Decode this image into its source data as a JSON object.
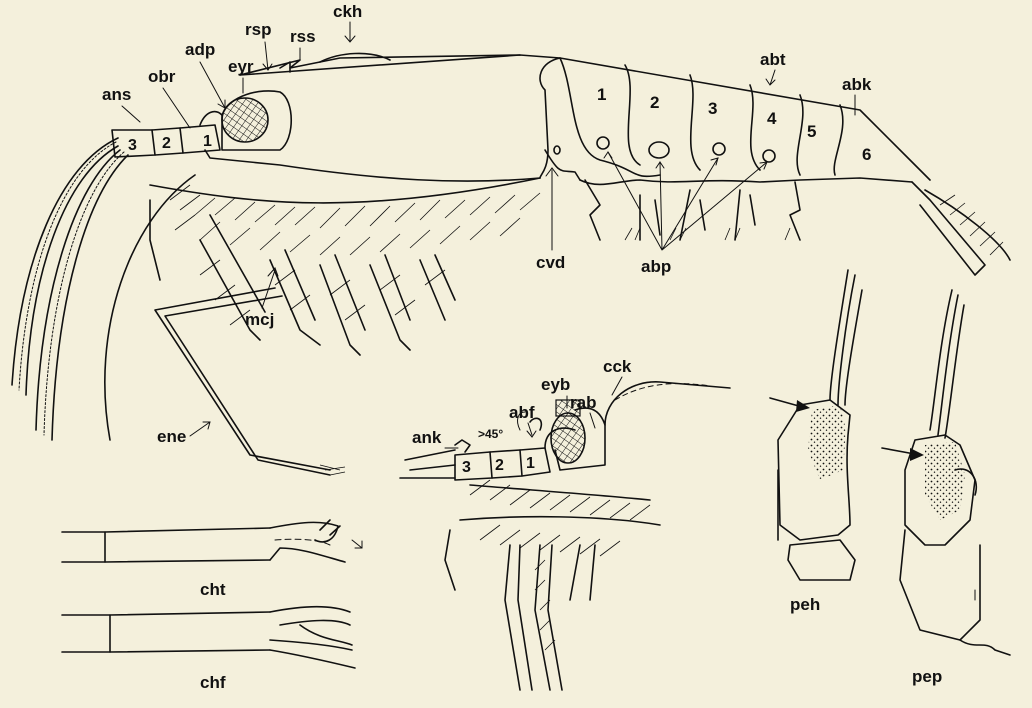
{
  "labels": {
    "ckh": "ckh",
    "rsp": "rsp",
    "rss": "rss",
    "adp": "adp",
    "eyr": "eyr",
    "obr": "obr",
    "ans": "ans",
    "abt": "abt",
    "abk": "abk",
    "cvd": "cvd",
    "abp": "abp",
    "mcj": "mcj",
    "ene": "ene",
    "ank": "ank",
    "abf": "abf",
    "eyb": "eyb",
    "rab": "rab",
    "cck": "cck",
    "angle": ">45°",
    "cht": "cht",
    "chf": "chf",
    "peh": "peh",
    "pep": "pep"
  },
  "abdominal_segments": [
    "1",
    "2",
    "3",
    "4",
    "5",
    "6"
  ],
  "antennule_segments_main": [
    "3",
    "2",
    "1"
  ],
  "antennule_segments_detail": [
    "3",
    "2",
    "1"
  ],
  "colors": {
    "ink": "#111111",
    "paper": "#f4f0dc"
  }
}
